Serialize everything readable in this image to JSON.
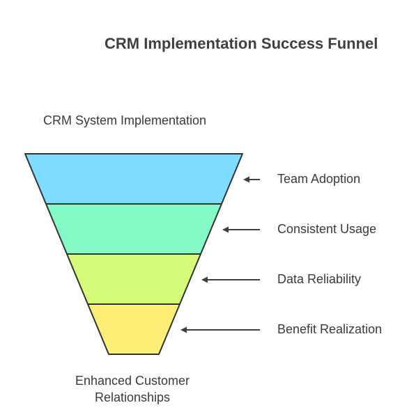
{
  "title": "CRM Implementation Success Funnel",
  "top_label": "CRM System Implementation",
  "bottom_label": [
    "Enhanced Customer",
    "Relationships"
  ],
  "stages": [
    {
      "label": "Team Adoption",
      "color": "#7ddcff"
    },
    {
      "label": "Consistent Usage",
      "color": "#85f9c5"
    },
    {
      "label": "Data Reliability",
      "color": "#d4fb78"
    },
    {
      "label": "Benefit Realization",
      "color": "#fdee75"
    }
  ],
  "outline_color": "#333333",
  "arrow_color": "#3f3f3f"
}
